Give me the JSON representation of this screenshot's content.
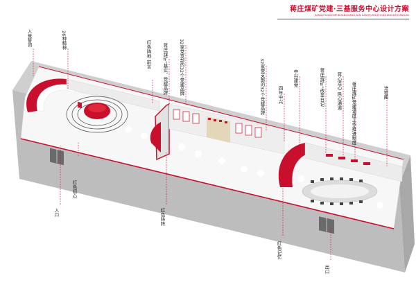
{
  "header": {
    "title": "蒋庄煤矿党建·三基服务中心设计方案",
    "subtitle": "JIANGZHUANGMEIKUANGDANGJIAN SANJIFUWUZHONGXINSHEJIFANGAN"
  },
  "labels": {
    "rudang": "入党誓词",
    "jingshen": "26种精神",
    "hongse_zhuyuan": "红色阵地 前言",
    "jichu": "蒋庄煤矿”基实、党建品牌",
    "pinpai32a": "32家党支部的32个党建品牌",
    "pinpai32b": "32家党支部的32个党建品牌",
    "sishi": "四年中兴",
    "zhongxing": "中兴建党",
    "gaige": "蒋庄煤矿”改革日记",
    "lianxin": "蒋心连心 民心通道",
    "zhidu": "蒋庄煤矿党建调度工作推进制度",
    "liucheng": "流程图",
    "chuxin": "红色初心",
    "zhen": "红色阵阵",
    "jiyi": "红色记忆",
    "rukou": "入口",
    "chukou": "出口"
  },
  "colors": {
    "accent": "#c8102e",
    "wall": "#e6e6e6",
    "floor": "#fafafa",
    "outer": "#b3b3b3"
  }
}
